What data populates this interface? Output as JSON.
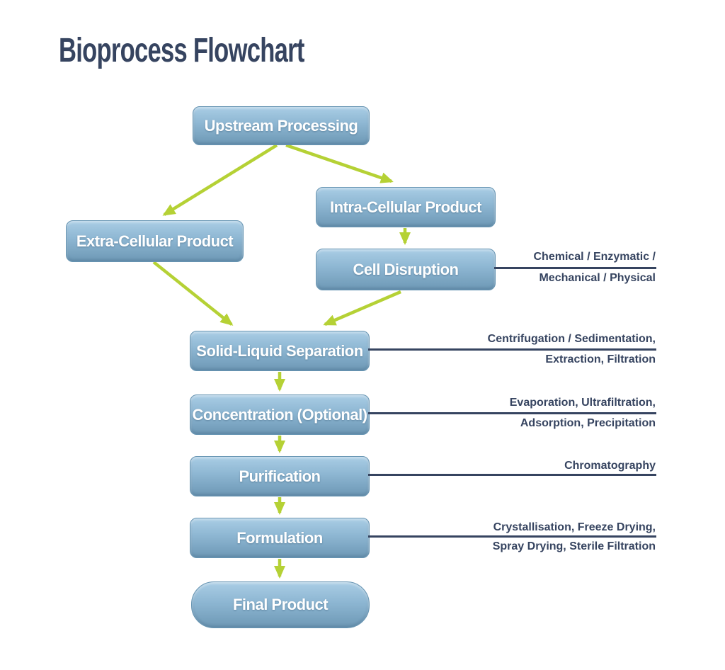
{
  "title": "Bioprocess Flowchart",
  "colors": {
    "ink": "#364460",
    "arrow_green": "#b5d135",
    "box_gradient_top": "#a9cde5",
    "box_gradient_bottom": "#6d98b5",
    "box_text": "#ffffff",
    "background": "#ffffff"
  },
  "nodes": {
    "upstream": {
      "label": "Upstream Processing",
      "shape": "rounded-rect"
    },
    "intra": {
      "label": "Intra-Cellular Product",
      "shape": "rounded-rect"
    },
    "extra": {
      "label": "Extra-Cellular Product",
      "shape": "rounded-rect"
    },
    "cell_disruption": {
      "label": "Cell Disruption",
      "shape": "rounded-rect"
    },
    "solid_liquid": {
      "label": "Solid-Liquid Separation",
      "shape": "rounded-rect"
    },
    "concentration": {
      "label": "Concentration (Optional)",
      "shape": "rounded-rect"
    },
    "purification": {
      "label": "Purification",
      "shape": "rounded-rect"
    },
    "formulation": {
      "label": "Formulation",
      "shape": "rounded-rect"
    },
    "final_product": {
      "label": "Final Product",
      "shape": "pill"
    }
  },
  "annotations": {
    "cell_disruption_methods": {
      "line1": "Chemical / Enzymatic /",
      "line2": "Mechanical / Physical"
    },
    "solid_liquid_methods": {
      "line1": "Centrifugation / Sedimentation,",
      "line2": "Extraction, Filtration"
    },
    "concentration_methods": {
      "line1": "Evaporation, Ultrafiltration,",
      "line2": "Adsorption, Precipitation"
    },
    "purification_methods": {
      "line1": "Chromatography"
    },
    "formulation_methods": {
      "line1": "Crystallisation, Freeze Drying,",
      "line2": "Spray Drying, Sterile Filtration"
    }
  },
  "edges": [
    {
      "from": "upstream",
      "to": "extra"
    },
    {
      "from": "upstream",
      "to": "intra"
    },
    {
      "from": "intra",
      "to": "cell_disruption"
    },
    {
      "from": "extra",
      "to": "solid_liquid"
    },
    {
      "from": "cell_disruption",
      "to": "solid_liquid"
    },
    {
      "from": "solid_liquid",
      "to": "concentration"
    },
    {
      "from": "concentration",
      "to": "purification"
    },
    {
      "from": "purification",
      "to": "formulation"
    },
    {
      "from": "formulation",
      "to": "final_product"
    }
  ]
}
